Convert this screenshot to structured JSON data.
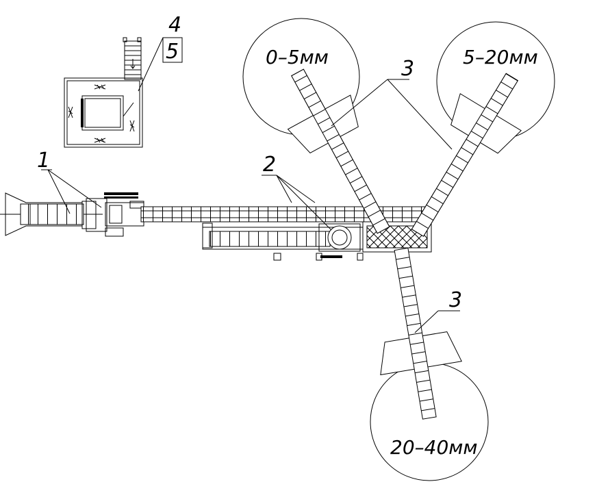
{
  "fractions": {
    "fine": "0–5мм",
    "medium": "5–20мм",
    "coarse": "20–40мм"
  },
  "callouts": {
    "crusher": "1",
    "conveyor": "2",
    "stacker_upper": "3",
    "stacker_lower": "3",
    "station": "4",
    "station_box": "5"
  }
}
